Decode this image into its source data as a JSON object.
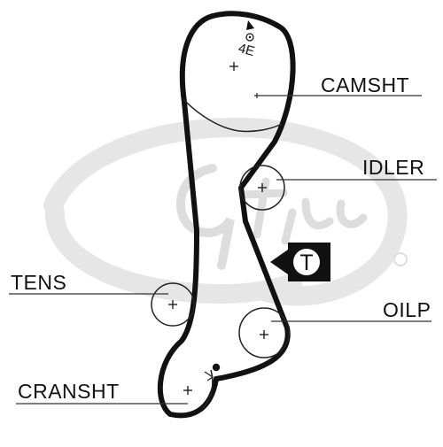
{
  "diagram": {
    "labels": {
      "camshaft": "CAMSHT",
      "idler": "IDLER",
      "tensioner": "TENS",
      "oil_pump": "OILP",
      "crankshaft": "CRANSHT"
    },
    "cam_timing_mark": "4E",
    "tensioner_symbol": "T",
    "colors": {
      "belt": "#111111",
      "pulley": "#222222",
      "watermark": "#e6e6e6",
      "background": "#ffffff"
    }
  }
}
